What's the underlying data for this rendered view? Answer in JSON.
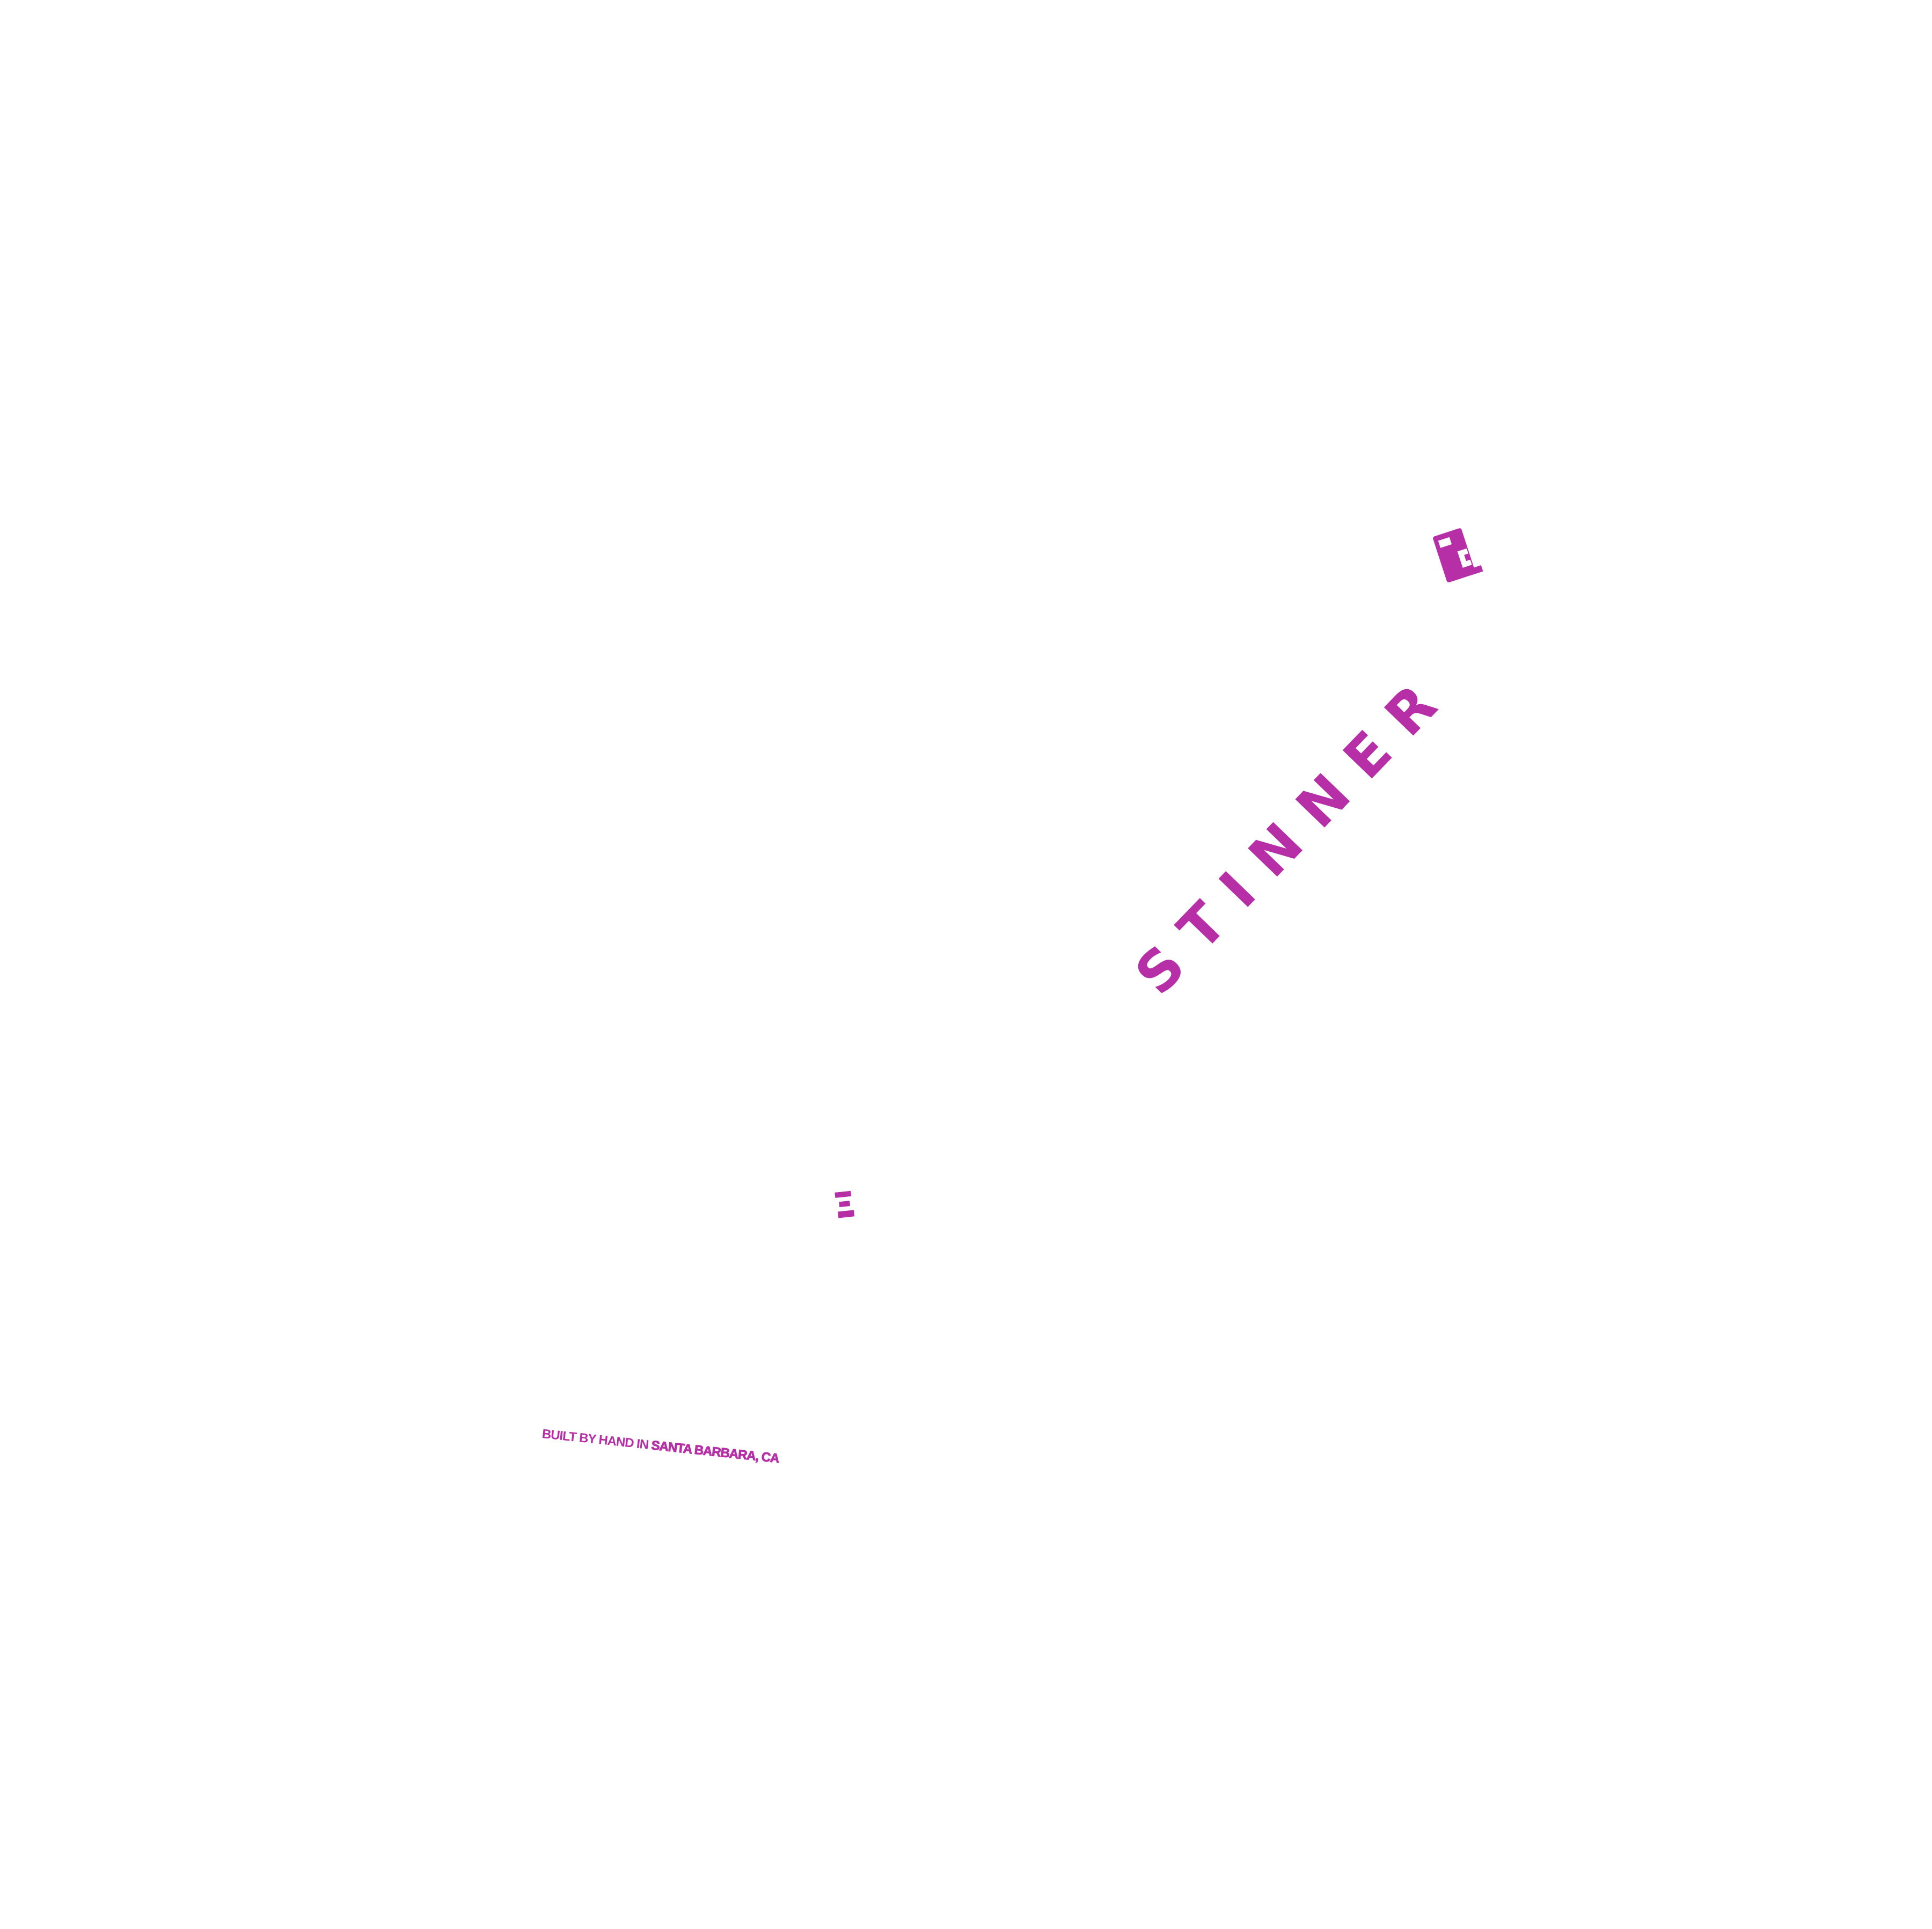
{
  "wordmark": {
    "text": "STINNER"
  },
  "tagline": {
    "prefix": "BUILT BY HAND IN",
    "city": "SANTA BARBARA, CA"
  },
  "marks": {
    "badge_icon": "stinner-s-badge-icon",
    "stamp_icon": "frame-stamp-icon"
  },
  "colors": {
    "print": "#b62fa6",
    "background": "#ffffff"
  }
}
